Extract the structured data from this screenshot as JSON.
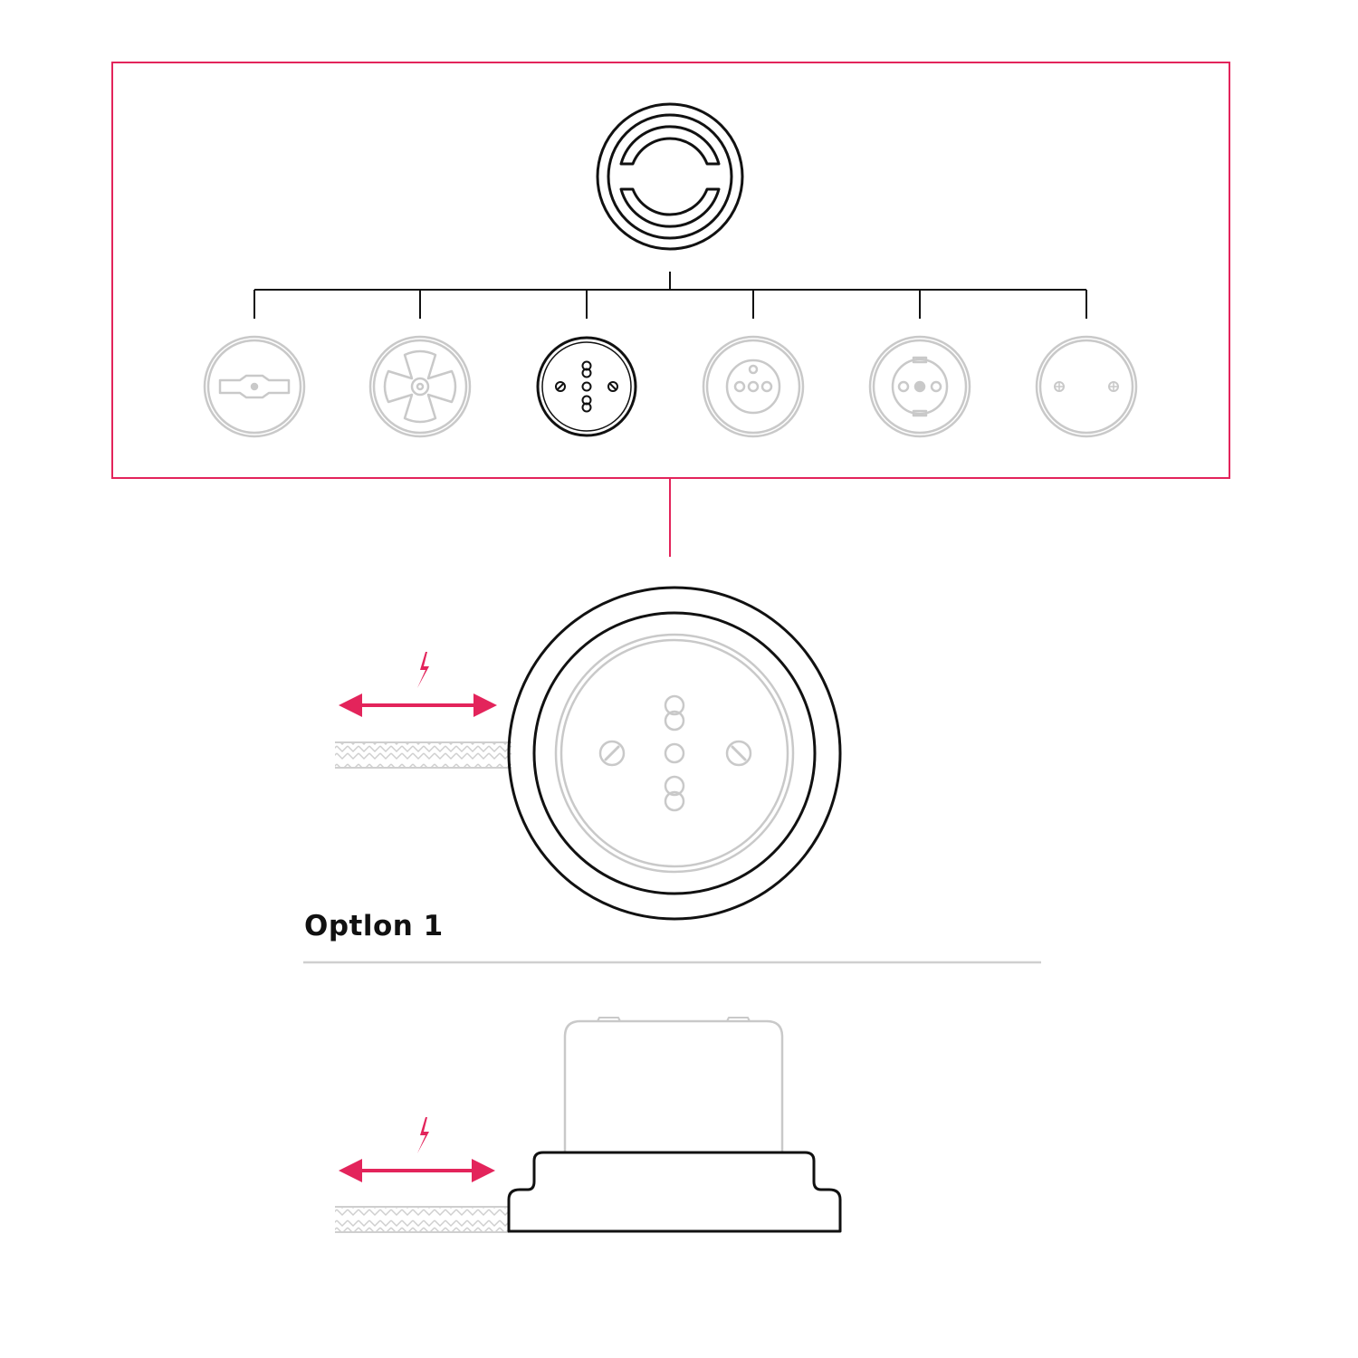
{
  "option_label": "Optlon 1",
  "colors": {
    "accent": "#e3245b",
    "outline_dark": "#111111",
    "outline_light": "#c9c9c9",
    "divider": "#cfcfcf"
  },
  "variants": [
    {
      "name": "rotary-switch",
      "selected": false
    },
    {
      "name": "cross-knob-switch",
      "selected": false
    },
    {
      "name": "italian-socket",
      "selected": true
    },
    {
      "name": "french-socket",
      "selected": false
    },
    {
      "name": "schuko-socket",
      "selected": false
    },
    {
      "name": "blank-cover",
      "selected": false
    }
  ],
  "icons": {
    "cable_arrow": "double-arrow-icon",
    "electricity": "lightning-bolt-icon"
  }
}
